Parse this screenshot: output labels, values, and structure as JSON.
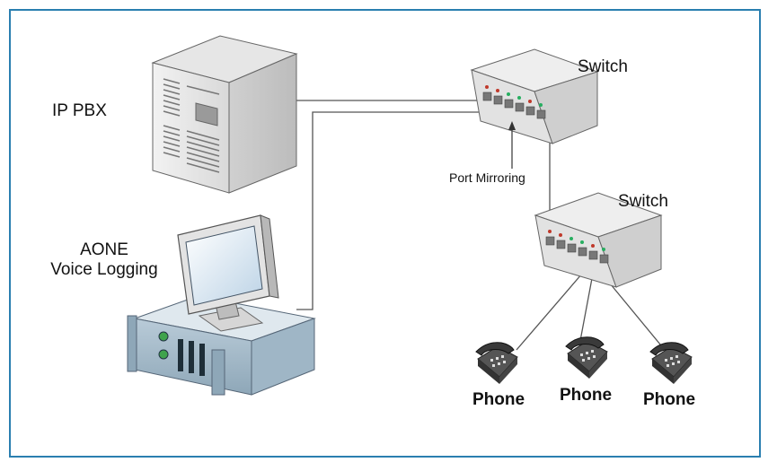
{
  "labels": {
    "pbx": "IP PBX",
    "logging_line1": "AONE",
    "logging_line2": "Voice Logging",
    "switch_top": "Switch",
    "switch_bottom": "Switch",
    "port_mirroring": "Port Mirroring",
    "phones": [
      "Phone",
      "Phone",
      "Phone"
    ]
  },
  "colors": {
    "frame": "#2a7fb0",
    "port_led_red": "#c0392b",
    "port_led_green": "#27ae60"
  },
  "icons": {
    "pbx": "server-tower-icon",
    "logging": "monitor-rack-server-icon",
    "switch": "network-switch-icon",
    "phone": "desk-phone-icon"
  }
}
